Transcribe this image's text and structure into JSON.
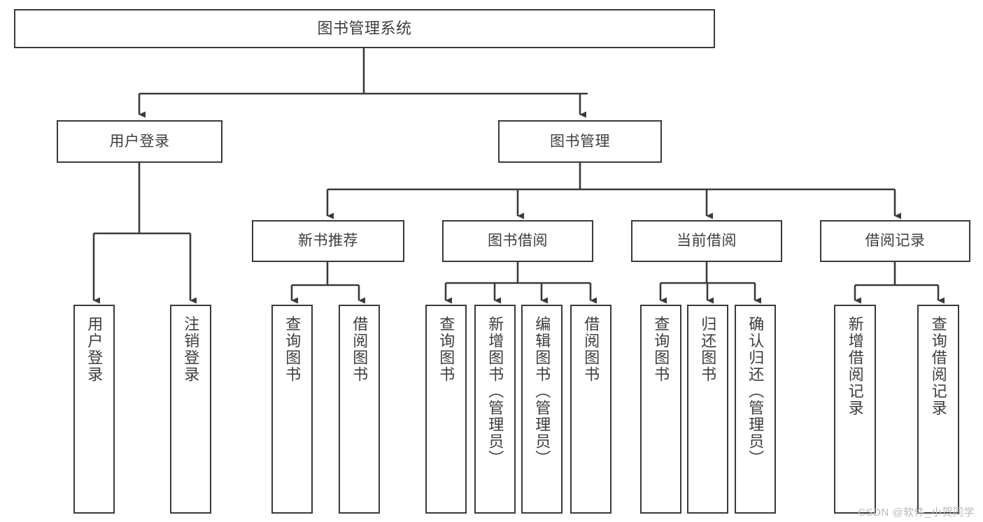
{
  "diagram": {
    "title": "图书管理系统",
    "type": "tree",
    "watermark": "CSDN @软件_小贺同学",
    "colors": {
      "box_stroke": "#3a3a3a",
      "box_fill": "#ffffff",
      "connector": "#3a3a3a",
      "text": "#3d3d3d",
      "watermark": "#b9b9b9",
      "background": "#ffffff"
    },
    "nodes": {
      "root": {
        "label": "图书管理系统"
      },
      "level1": [
        {
          "id": "user-login",
          "label": "用户登录"
        },
        {
          "id": "book-management",
          "label": "图书管理"
        }
      ],
      "level2": [
        {
          "id": "new-book-recommend",
          "label": "新书推荐"
        },
        {
          "id": "book-borrow",
          "label": "图书借阅"
        },
        {
          "id": "current-borrow",
          "label": "当前借阅"
        },
        {
          "id": "borrow-record",
          "label": "借阅记录"
        }
      ],
      "leaves": {
        "user-login": [
          {
            "id": "leaf-user-login",
            "label": "用户登录"
          },
          {
            "id": "leaf-logout-login",
            "label": "注销登录"
          }
        ],
        "new-book-recommend": [
          {
            "id": "leaf-query-book-1",
            "label": "查询图书"
          },
          {
            "id": "leaf-borrow-book-1",
            "label": "借阅图书"
          }
        ],
        "book-borrow": [
          {
            "id": "leaf-query-book-2",
            "label": "查询图书"
          },
          {
            "id": "leaf-add-book-admin",
            "label": "新增图书（管理员）"
          },
          {
            "id": "leaf-edit-book-admin",
            "label": "编辑图书（管理员）"
          },
          {
            "id": "leaf-borrow-book-2",
            "label": "借阅图书"
          }
        ],
        "current-borrow": [
          {
            "id": "leaf-query-book-3",
            "label": "查询图书"
          },
          {
            "id": "leaf-return-book",
            "label": "归还图书"
          },
          {
            "id": "leaf-confirm-return-admin",
            "label": "确认归还（管理员）"
          }
        ],
        "borrow-record": [
          {
            "id": "leaf-add-borrow-record",
            "label": "新增借阅记录"
          },
          {
            "id": "leaf-query-borrow-record",
            "label": "查询借阅记录"
          }
        ]
      }
    }
  }
}
